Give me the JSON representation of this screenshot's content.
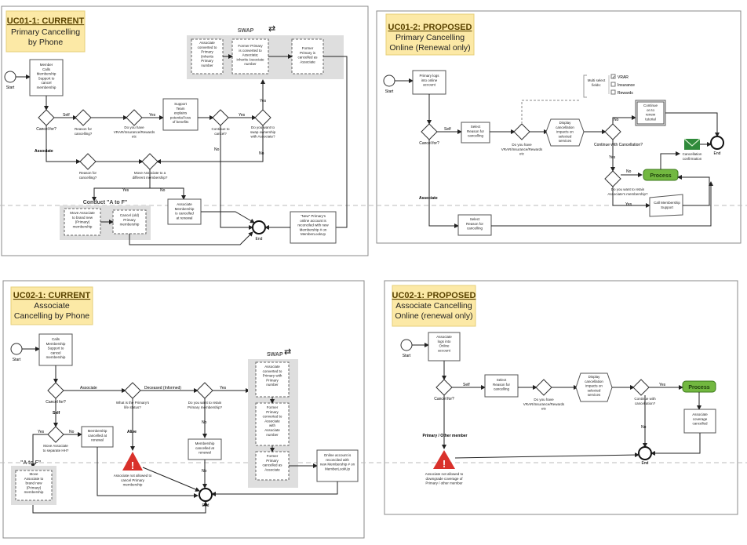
{
  "panels": {
    "uc011": {
      "title_code": "UC01-1: CURRENT",
      "title_lines": [
        "Primary Cancelling",
        "by Phone"
      ],
      "start": "Start",
      "end": "End",
      "steps": {
        "calls": [
          "Member",
          "Calls",
          "Membership",
          "Support to",
          "cancel",
          "membership"
        ],
        "cancel_for": "Cancel for?",
        "reason": [
          "Reason for",
          "cancelling?"
        ],
        "have": [
          "Do you have",
          "VRAR/Insurance/Rewards",
          "etc"
        ],
        "support": [
          "Support",
          "Team",
          "explains",
          "potential loss",
          "of benefits"
        ],
        "continue": [
          "Continue to",
          "cancel?"
        ],
        "swap_q": [
          "Do you want to",
          "swap ownership",
          "with Associate?"
        ],
        "reason2": [
          "Reason for",
          "cancelling?"
        ],
        "move_q": [
          "Move Associate to a",
          "different membership?"
        ],
        "conduct": "Conduct \"A to F\"",
        "move_assoc": [
          "Move Associate",
          "to brand new",
          "(Primary)",
          "membership"
        ],
        "cancel_old": [
          "Cancel (old)",
          "Primary",
          "membership"
        ],
        "assoc_cancelled": [
          "Associate",
          "Membership",
          "is cancelled",
          "at renewal"
        ],
        "new_primary": [
          "\"New\" Primary's",
          "online account is",
          "reconciled with new",
          "Membership # on",
          "MemberLookUp"
        ],
        "swap_label": "SWAP",
        "swap1": [
          "Associate",
          "converted to",
          "Primary",
          "(inherits",
          "Primary",
          "number"
        ],
        "swap2": [
          "Former Primary",
          "is converted to",
          "Associate;",
          "inherits Associate",
          "number"
        ],
        "swap3": [
          "Former",
          "Primary is",
          "cancelled as",
          "Associate"
        ]
      },
      "labels": {
        "self": "Self",
        "yes": "Yes",
        "no": "No",
        "associate": "Associate"
      }
    },
    "uc012": {
      "title_code": "UC01-2: PROPOSED",
      "title_lines": [
        "Primary Cancelling",
        "Online (Renewal only)"
      ],
      "start": "Start",
      "end": "End",
      "steps": {
        "logs": [
          "Primary logs",
          "into online",
          "account"
        ],
        "cancel_for": "Cancel for?",
        "select_reason": [
          "Select",
          "Reason for",
          "cancelling"
        ],
        "have": [
          "Do you have",
          "VRAR/Insurance/Rewards",
          "etc"
        ],
        "display": [
          "Display",
          "cancellation",
          "impacts on",
          "selected",
          "services"
        ],
        "multi": [
          "Multi select",
          "fields:"
        ],
        "checks": [
          "VRAR",
          "Insurance",
          "Rewards"
        ],
        "continue_online": [
          "Continue",
          "on to",
          "renew",
          "tutorial"
        ],
        "continue_q": "Continue with Cancellation?",
        "retain_q": [
          "Do you want to retain",
          "Associate's membership?"
        ],
        "process": "Process",
        "call_support": [
          "Call Membership",
          "Support"
        ],
        "confirm": [
          "Cancellation",
          "confirmation"
        ],
        "select_reason2": [
          "Select",
          "Reason for",
          "cancelling"
        ]
      },
      "labels": {
        "self": "Self",
        "yes": "Yes",
        "no": "No",
        "associate": "Associate"
      }
    },
    "uc021": {
      "title_code": "UC02-1: CURRENT",
      "title_lines": [
        "Associate",
        "Cancelling by Phone"
      ],
      "start": "Start",
      "end": "End",
      "steps": {
        "calls": [
          "Calls",
          "Membership",
          "Support to",
          "cancel",
          "membership"
        ],
        "cancel_for": "Cancel for?",
        "primary_status": [
          "What is the Primary's",
          "life status?"
        ],
        "retain_q": [
          "Do you want to retain",
          "Primary membership?"
        ],
        "move_sep": [
          "Move Associate",
          "to separate HH?"
        ],
        "membership_cancelled": [
          "Membership",
          "cancelled at",
          "renewal"
        ],
        "not_allowed": [
          "Associate not allowed to",
          "cancel Primary",
          "membership"
        ],
        "membership_cancelled2": [
          "Membership",
          "cancelled at",
          "renewal"
        ],
        "a_to_f": "\"A to F\"",
        "move_brand_new": [
          "Move",
          "Associate to",
          "brand new",
          "(Primary)",
          "membership"
        ],
        "online_reconciled": [
          "Online account is",
          "reconciled with",
          "new Membership # on",
          "MemberLookUp"
        ],
        "swap_label": "SWAP",
        "swap1": [
          "Associate",
          "converted to",
          "Primary with",
          "Primary",
          "number"
        ],
        "swap2": [
          "Former",
          "Primary",
          "converted to",
          "Associate",
          "with",
          "Associate",
          "number"
        ],
        "swap3": [
          "Former",
          "Primary",
          "cancelled as",
          "Associate"
        ]
      },
      "labels": {
        "self": "Self",
        "yes": "Yes",
        "no": "No",
        "associate": "Associate",
        "deceased": "Deceased (Informed)",
        "alive": "Alive"
      }
    },
    "uc022": {
      "title_code": "UC02-1: PROPOSED",
      "title_lines": [
        "Associate Cancelling",
        "Online (renewal only)"
      ],
      "start": "Start",
      "end": "End",
      "steps": {
        "logs": [
          "Associate",
          "logs into",
          "Online",
          "account"
        ],
        "cancel_for": "Cancel for?",
        "select_reason": [
          "Select",
          "Reason for",
          "cancelling"
        ],
        "have": [
          "Do you have",
          "VRAR/Insurance/Rewards",
          "etc"
        ],
        "display": [
          "Display",
          "cancellation",
          "impacts on",
          "selected",
          "services"
        ],
        "continue_q": [
          "Continue with",
          "cancellation?"
        ],
        "process": "Process",
        "coverage": [
          "Associate",
          "coverage",
          "cancelled"
        ],
        "primary_other": "Primary / Other member",
        "not_allowed": [
          "Associate not allowed to",
          "downgrade coverage of",
          "Primary / other member"
        ]
      },
      "labels": {
        "self": "Self",
        "yes": "Yes",
        "no": "No"
      }
    }
  },
  "colors": {
    "note": "#fce9a6",
    "process": "#72b840",
    "warning": "#d9312b",
    "swap_bg": "#dedede",
    "frame": "#999999"
  }
}
